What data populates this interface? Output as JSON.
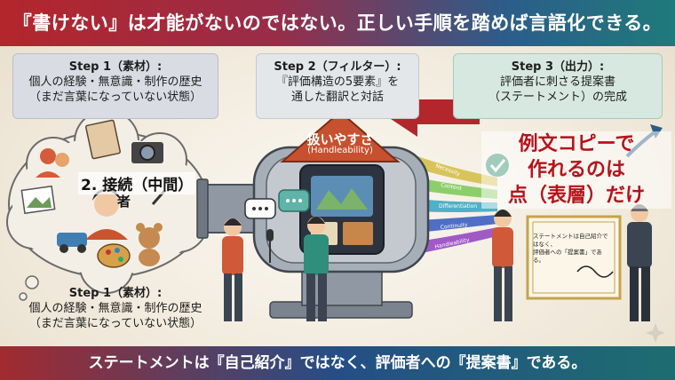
{
  "banner": {
    "title": "『書けない』は才能がないのではない。正しい手順を踏めば言語化できる。"
  },
  "step1_top": {
    "title": "Step 1（素材）:",
    "line1": "個人の経験・無意識・制作の歴史",
    "line2": "（まだ言葉になっていない状態）"
  },
  "step2": {
    "title": "Step 2（フィルター）:",
    "line1": "『評価構造の5要素』を",
    "line2": "通した翻訳と対話"
  },
  "step3": {
    "title": "Step 3（出力）:",
    "line1": "評価者に刺さる提案書",
    "line2": "（ステートメント）の完成"
  },
  "step1_bottom": {
    "title": "Step 1（素材）:",
    "line1": "個人の経験・無意識・制作の歴史",
    "line2": "（まだ言葉になっていない状態）"
  },
  "thought": {
    "connect_label": "2. 接続（中間）",
    "connect_sub": "者"
  },
  "filter": {
    "label": "扱いやすさ",
    "sublabel": "(Handleability)",
    "bands": [
      "Necessity",
      "Content",
      "Differentiation",
      "Continuity",
      "Handleability"
    ]
  },
  "warning": {
    "line1": "例文コピーで",
    "line2": "作れるのは",
    "line3": "点（表層）だけ"
  },
  "certificate": {
    "text1": "ステートメントは自己紹介ではなく、",
    "text2": "評価者への「提案書」である。"
  },
  "footer": {
    "text": "ステートメントは『自己紹介』ではなく、評価者への『提案書』である。"
  },
  "colors": {
    "accent_red": "#b8121a",
    "accent_blue": "#2c5d8a",
    "accent_teal": "#1f7a7a"
  }
}
